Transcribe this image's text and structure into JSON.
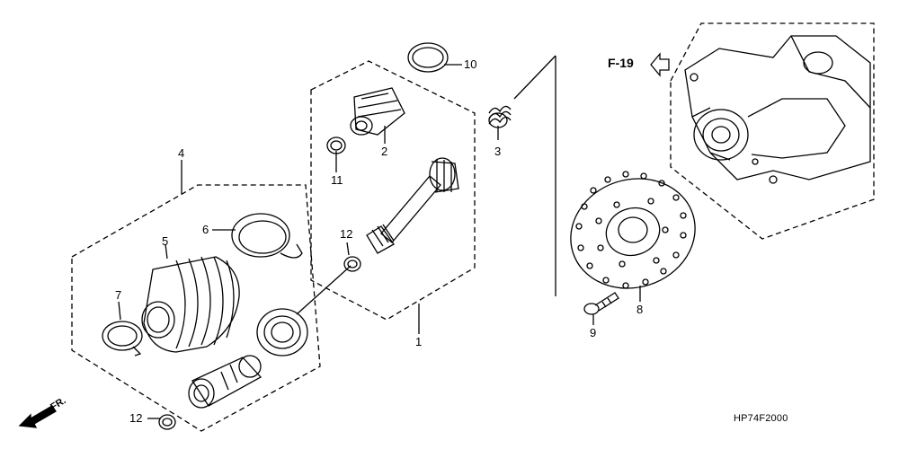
{
  "callouts": {
    "c1": "1",
    "c2": "2",
    "c3": "3",
    "c4": "4",
    "c5": "5",
    "c6": "6",
    "c7": "7",
    "c8": "8",
    "c9": "9",
    "c10": "10",
    "c11": "11",
    "c12a": "12",
    "c12b": "12"
  },
  "reference": "F-19",
  "diagram_code": "HP74F2000",
  "front_indicator": "FR."
}
